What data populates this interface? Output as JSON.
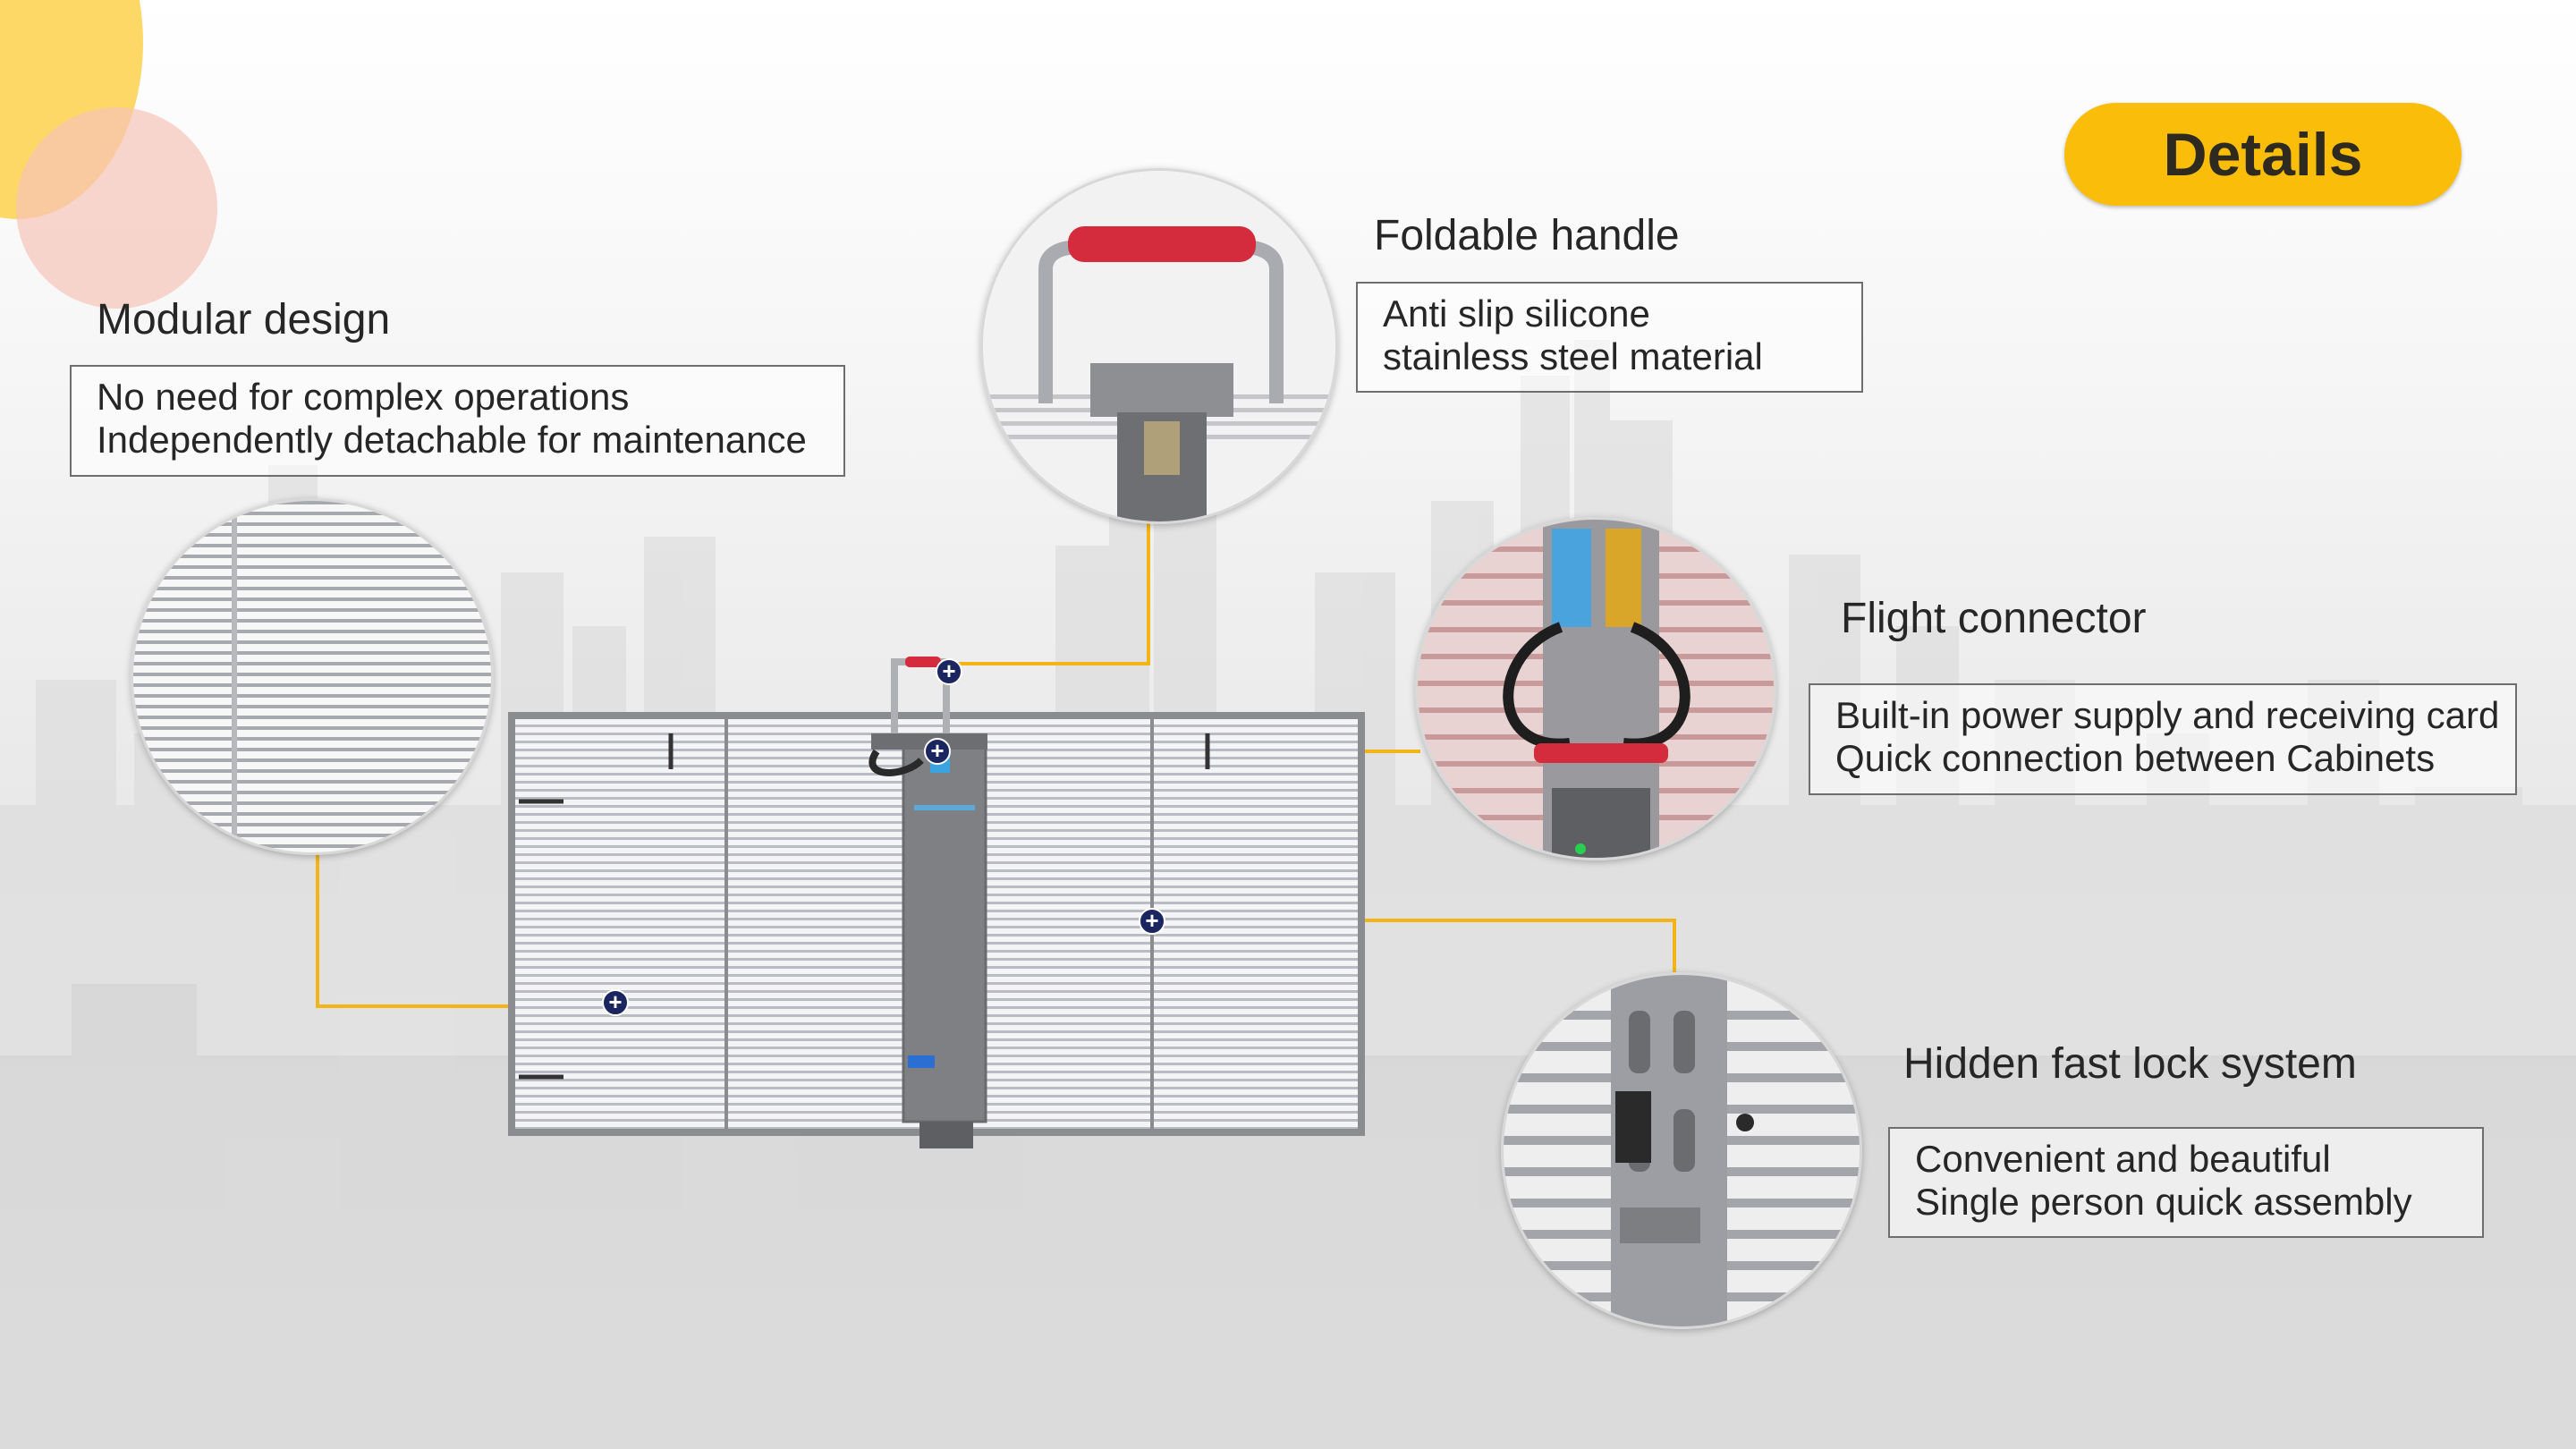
{
  "badge": {
    "label": "Details"
  },
  "features": [
    {
      "title": "Modular design",
      "lines": [
        "No need for complex operations",
        "Independently detachable for maintenance"
      ]
    },
    {
      "title": "Foldable handle",
      "lines": [
        "Anti slip silicone",
        "stainless steel material"
      ]
    },
    {
      "title": "Flight connector",
      "lines": [
        "Built-in power supply and receiving card",
        "Quick connection between Cabinets"
      ]
    },
    {
      "title": "Hidden fast lock system",
      "lines": [
        "Convenient and beautiful",
        "Single person quick assembly"
      ]
    }
  ],
  "colors": {
    "accent": "#f9bd0a",
    "line": "#f2b417",
    "hotspot": "#1b2660",
    "handle": "#d42c3c"
  },
  "hotspot_symbol": "+"
}
